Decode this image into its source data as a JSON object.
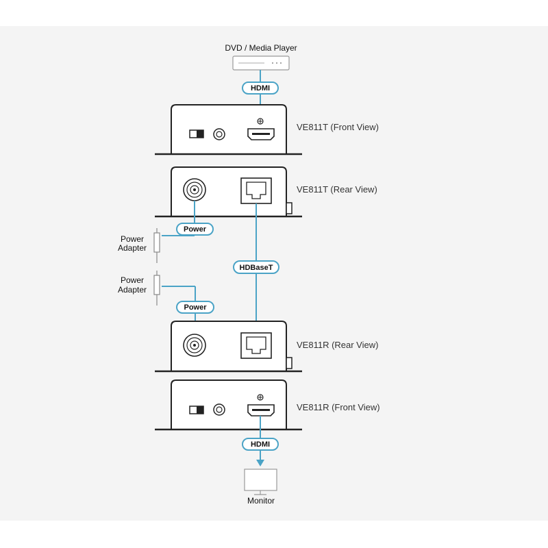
{
  "sources": {
    "player_label": "DVD / Media Player",
    "monitor_label": "Monitor"
  },
  "devices": {
    "tx_front": "VE811T (Front View)",
    "tx_rear": "VE811T (Rear View)",
    "rx_rear": "VE811R (Rear View)",
    "rx_front": "VE811R (Front View)"
  },
  "tags": {
    "hdmi_top": "HDMI",
    "hdmi_bottom": "HDMI",
    "hdbaset": "HDBaseT",
    "power_tx": "Power",
    "power_rx": "Power"
  },
  "power_adapters": [
    {
      "line1": "Power",
      "line2": "Adapter"
    },
    {
      "line1": "Power",
      "line2": "Adapter"
    }
  ],
  "colors": {
    "cable": "#4aa3c6",
    "device_outline": "#222222",
    "background": "#f4f4f4"
  }
}
